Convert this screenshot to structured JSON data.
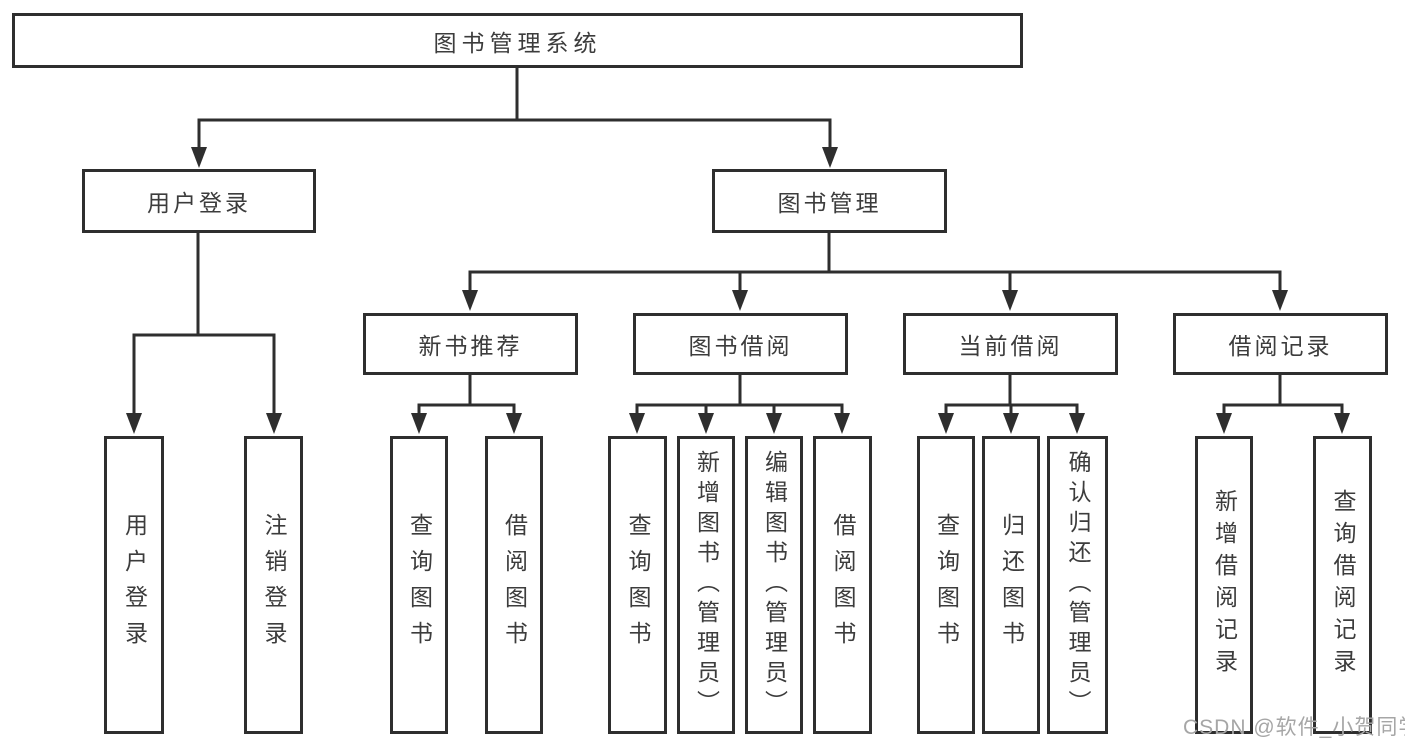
{
  "diagram": {
    "root_label": "图书管理系统",
    "branches": [
      {
        "label": "用户登录",
        "leaves": [
          "用户登录",
          "注销登录"
        ]
      },
      {
        "label": "图书管理",
        "groups": [
          {
            "label": "新书推荐",
            "leaves": [
              "查询图书",
              "借阅图书"
            ]
          },
          {
            "label": "图书借阅",
            "leaves": [
              "查询图书",
              "新增图书（管理员）",
              "编辑图书（管理员）",
              "借阅图书"
            ]
          },
          {
            "label": "当前借阅",
            "leaves": [
              "查询图书",
              "归还图书",
              "确认归还（管理员）"
            ]
          },
          {
            "label": "借阅记录",
            "leaves": [
              "新增借阅记录",
              "查询借阅记录"
            ]
          }
        ]
      }
    ]
  },
  "watermark": "CSDN @软件_小贺同学",
  "colors": {
    "line": "#2e2e2e",
    "text": "#3c3c3c",
    "background": "#ffffff",
    "watermark": "#a6a6a6"
  }
}
